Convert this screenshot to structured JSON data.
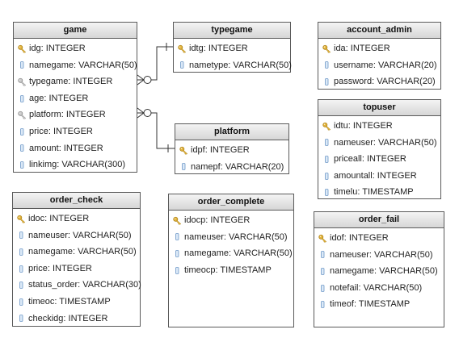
{
  "tables": {
    "game": {
      "title": "game",
      "rows": [
        {
          "kind": "pk",
          "text": "idg: INTEGER"
        },
        {
          "kind": "col",
          "text": "namegame: VARCHAR(50)"
        },
        {
          "kind": "fk",
          "text": "typegame: INTEGER"
        },
        {
          "kind": "col",
          "text": "age: INTEGER"
        },
        {
          "kind": "fk",
          "text": "platform: INTEGER"
        },
        {
          "kind": "col",
          "text": "price: INTEGER"
        },
        {
          "kind": "col",
          "text": "amount: INTEGER"
        },
        {
          "kind": "col",
          "text": "linkimg: VARCHAR(300)"
        }
      ]
    },
    "typegame": {
      "title": "typegame",
      "rows": [
        {
          "kind": "pk",
          "text": "idtg: INTEGER"
        },
        {
          "kind": "col",
          "text": "nametype: VARCHAR(50)"
        }
      ]
    },
    "platform": {
      "title": "platform",
      "rows": [
        {
          "kind": "pk",
          "text": "idpf: INTEGER"
        },
        {
          "kind": "col",
          "text": "namepf: VARCHAR(20)"
        }
      ]
    },
    "account_admin": {
      "title": "account_admin",
      "rows": [
        {
          "kind": "pk",
          "text": "ida: INTEGER"
        },
        {
          "kind": "col",
          "text": "username: VARCHAR(20)"
        },
        {
          "kind": "col",
          "text": "password: VARCHAR(20)"
        }
      ]
    },
    "topuser": {
      "title": "topuser",
      "rows": [
        {
          "kind": "pk",
          "text": "idtu: INTEGER"
        },
        {
          "kind": "col",
          "text": "nameuser: VARCHAR(50)"
        },
        {
          "kind": "col",
          "text": "priceall: INTEGER"
        },
        {
          "kind": "col",
          "text": "amountall: INTEGER"
        },
        {
          "kind": "col",
          "text": "timelu: TIMESTAMP"
        }
      ]
    },
    "order_check": {
      "title": "order_check",
      "rows": [
        {
          "kind": "pk",
          "text": "idoc: INTEGER"
        },
        {
          "kind": "col",
          "text": "nameuser: VARCHAR(50)"
        },
        {
          "kind": "col",
          "text": "namegame: VARCHAR(50)"
        },
        {
          "kind": "col",
          "text": "price: INTEGER"
        },
        {
          "kind": "col",
          "text": "status_order: VARCHAR(30)"
        },
        {
          "kind": "col",
          "text": "timeoc: TIMESTAMP"
        },
        {
          "kind": "col",
          "text": "checkidg: INTEGER"
        }
      ]
    },
    "order_complete": {
      "title": "order_complete",
      "rows": [
        {
          "kind": "pk",
          "text": "idocp: INTEGER"
        },
        {
          "kind": "col",
          "text": "nameuser: VARCHAR(50)"
        },
        {
          "kind": "col",
          "text": "namegame: VARCHAR(50)"
        },
        {
          "kind": "col",
          "text": "timeocp: TIMESTAMP"
        }
      ]
    },
    "order_fail": {
      "title": "order_fail",
      "rows": [
        {
          "kind": "pk",
          "text": "idof: INTEGER"
        },
        {
          "kind": "col",
          "text": "nameuser: VARCHAR(50)"
        },
        {
          "kind": "col",
          "text": "namegame: VARCHAR(50)"
        },
        {
          "kind": "col",
          "text": "notefail: VARCHAR(50)"
        },
        {
          "kind": "col",
          "text": "timeof: TIMESTAMP"
        }
      ]
    }
  },
  "relationships": [
    {
      "from": "game.typegame",
      "to": "typegame.idtg",
      "from_end": "many",
      "to_end": "one"
    },
    {
      "from": "game.platform",
      "to": "platform.idpf",
      "from_end": "many",
      "to_end": "one"
    }
  ],
  "icons": {
    "pk": "key-icon",
    "fk": "foreign-key-icon",
    "col": "column-icon"
  },
  "colors": {
    "key": "#e2b33c",
    "column": "#6d98c7",
    "border": "#5a5a5a",
    "header": "#d6d6d6",
    "link": "#333333"
  }
}
